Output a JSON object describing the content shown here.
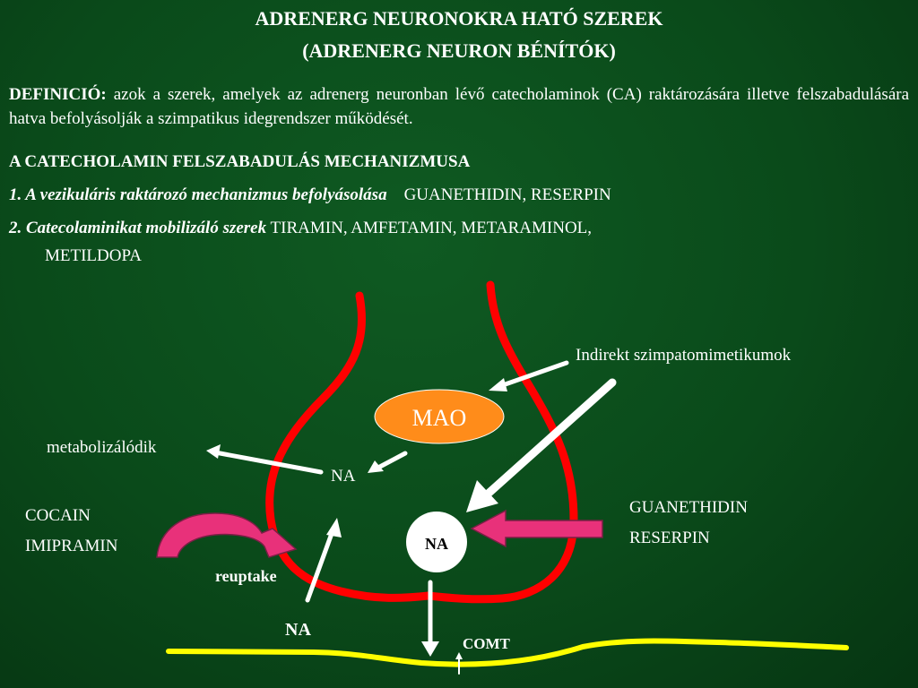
{
  "title": {
    "line1": "ADRENERG NEURONOKRA HATÓ SZEREK",
    "line2": "(ADRENERG NEURON BÉNÍTÓK)"
  },
  "definition": {
    "label": "DEFINICIÓ:",
    "text": "azok a szerek, amelyek az adrenerg neuronban lévő catecholaminok (CA) raktározására illetve felszabadulására hatva befolyásolják a szimpatikus idegrendszer működését."
  },
  "mechanism_heading": "A CATECHOLAMIN FELSZABADULÁS MECHANIZMUSA",
  "items": [
    {
      "label": "1. A vezikuláris raktározó mechanizmus befolyásolása",
      "drugs": "GUANETHIDIN, RESERPIN"
    },
    {
      "label": "2. Catecolaminikat mobilizáló szerek",
      "drugs": "TIRAMIN, AMFETAMIN, METARAMINOL,",
      "drugs_cont": "METILDOPA"
    }
  ],
  "diagram": {
    "mao": "MAO",
    "na_top": "NA",
    "na_vesicle": "NA",
    "na_bottom": "NA",
    "metabolize": "metabolizálódik",
    "indirect": "Indirekt szimpatomimetikumok",
    "cocain": "COCAIN",
    "imipramin": "IMIPRAMIN",
    "reuptake": "reuptake",
    "guanethidin": "GUANETHIDIN",
    "reserpin": "RESERPIN",
    "comt": "COMT",
    "colors": {
      "membrane": "#ff0000",
      "synapse": "#ffff00",
      "mao_fill": "#ff8c1a",
      "arrow_pink": "#e8317a",
      "arrow_white": "#ffffff"
    }
  }
}
